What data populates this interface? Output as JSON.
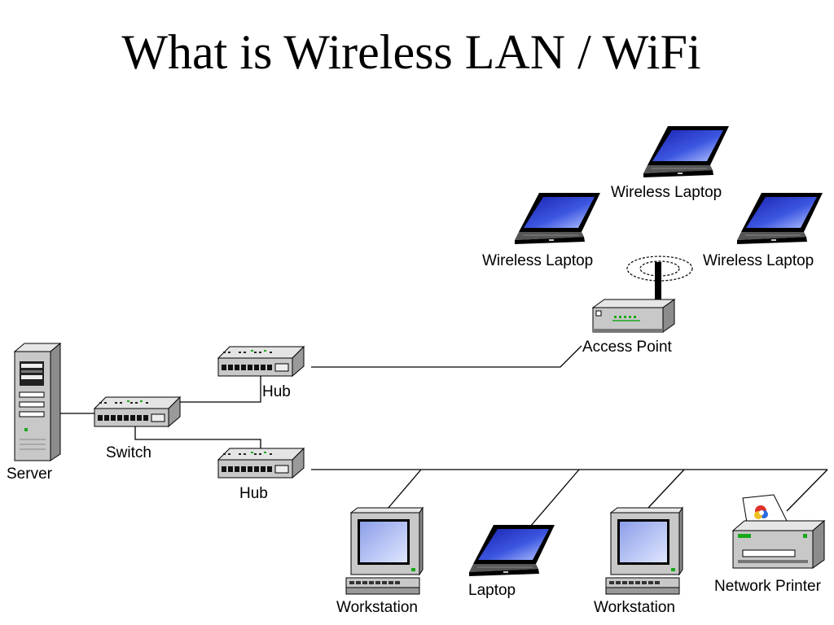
{
  "slide": {
    "title": "What is Wireless LAN / WiFi"
  },
  "network": {
    "nodes": {
      "server": {
        "label": "Server",
        "icon": "server-tower-icon"
      },
      "switch": {
        "label": "Switch",
        "icon": "network-switch-icon"
      },
      "hub_top": {
        "label": "Hub",
        "icon": "network-hub-icon"
      },
      "hub_bottom": {
        "label": "Hub",
        "icon": "network-hub-icon"
      },
      "access_point": {
        "label": "Access Point",
        "icon": "wireless-access-point-icon"
      },
      "wireless_laptop_top": {
        "label": "Wireless Laptop",
        "icon": "laptop-icon"
      },
      "wireless_laptop_left": {
        "label": "Wireless Laptop",
        "icon": "laptop-icon"
      },
      "wireless_laptop_right": {
        "label": "Wireless Laptop",
        "icon": "laptop-icon"
      },
      "workstation_1": {
        "label": "Workstation",
        "icon": "desktop-computer-icon"
      },
      "laptop": {
        "label": "Laptop",
        "icon": "laptop-icon"
      },
      "workstation_2": {
        "label": "Workstation",
        "icon": "desktop-computer-icon"
      },
      "network_printer": {
        "label": "Network Printer",
        "icon": "printer-icon"
      }
    },
    "colors": {
      "screen_blue": "#2233cc",
      "screen_light": "#a8b8f0",
      "device_gray": "#c0c0c0",
      "status_green": "#22cc22"
    }
  }
}
